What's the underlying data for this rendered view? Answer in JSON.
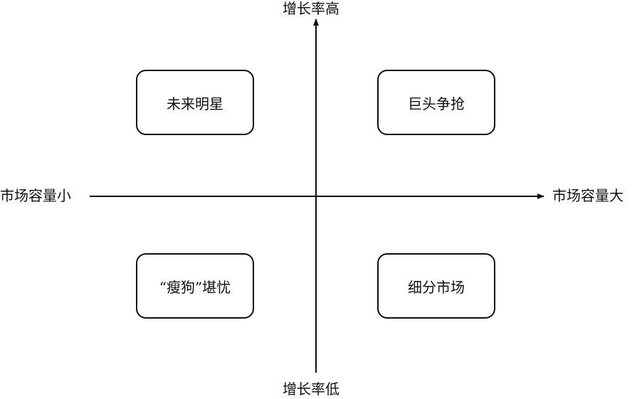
{
  "axes": {
    "y_top_label": "增长率高",
    "y_bottom_label": "增长率低",
    "x_left_label": "市场容量小",
    "x_right_label": "市场容量大"
  },
  "quadrants": {
    "top_left": "未来明星",
    "top_right": "巨头争抢",
    "bottom_left": "“瘦狗”堪忧",
    "bottom_right": "细分市场"
  },
  "colors": {
    "line": "#111111",
    "background": "#ffffff"
  }
}
